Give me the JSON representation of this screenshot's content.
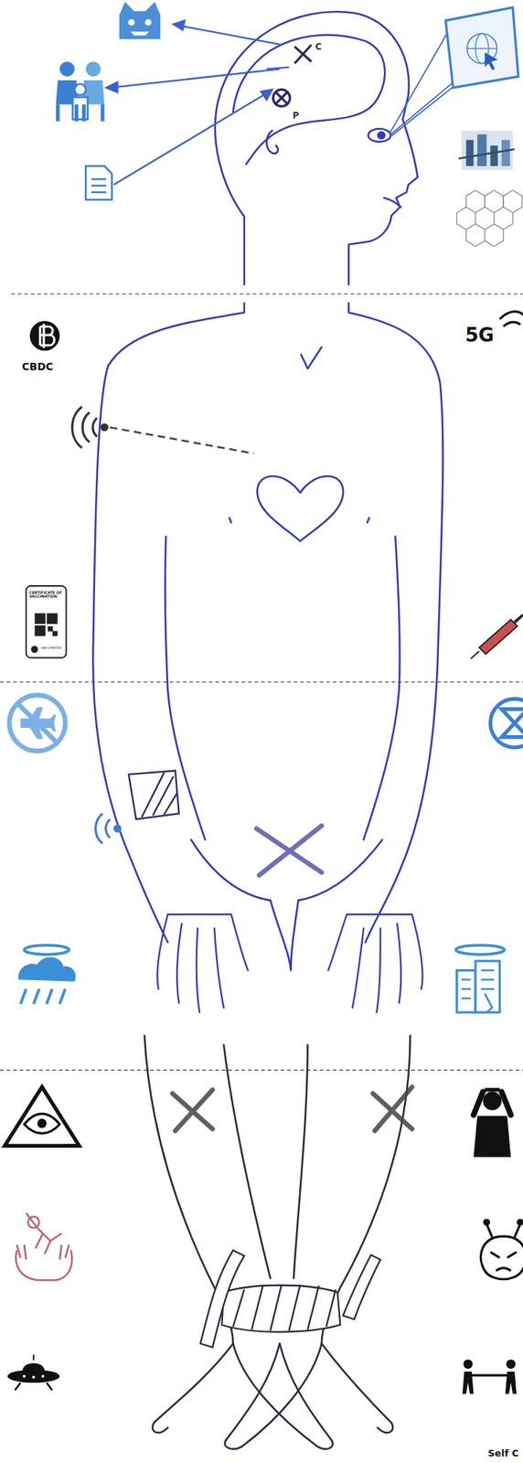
{
  "diagram": {
    "labels": [
      "C",
      "P",
      "CBDC",
      "5G",
      "CERTIFICATE OF VACCINATION",
      "VACCINATED",
      "Self C"
    ]
  }
}
